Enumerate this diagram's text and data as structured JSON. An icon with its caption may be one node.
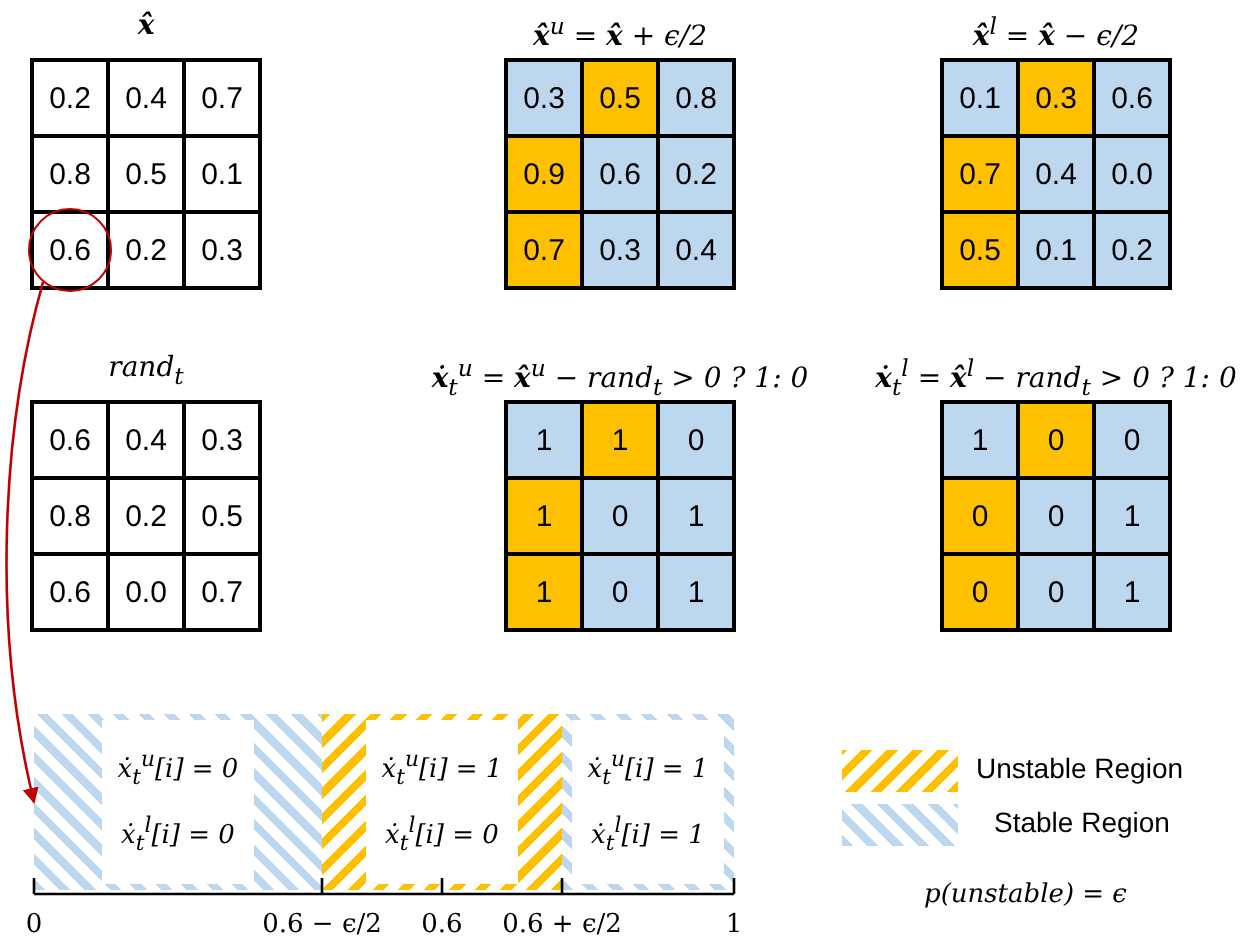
{
  "diagram": {
    "nodes": [
      {
        "text": [
          "x̂",
          "0.2",
          "0.4",
          "0.7",
          "0.8",
          "0.5",
          "0.1",
          "0.2",
          "0.3"
        ]
      },
      {
        "text": [
          "**x̂**$^{u}$ = **x̂** + ϵ/2",
          "0.3",
          "0.5",
          "0.8",
          "0.9",
          "0.6",
          "0.2",
          "0.7",
          "0.3",
          "0.4"
        ]
      },
      {
        "text": [
          "**x̂**$^{l}$ = **x̂** − ϵ/2",
          "0.1",
          "0.3",
          "0.6",
          "0.7",
          "0.4",
          "0.0",
          "0.5",
          "0.1",
          "0.2"
        ]
      },
      {
        "text": [
          "0.6"
        ],
        "in": 0
      },
      {
        "text": [
          "rand$_{t}$",
          "0.6",
          "0.4",
          "0.3",
          "0.8",
          "0.2",
          "0.5",
          "0.6",
          "0.0",
          "0.7"
        ]
      },
      {
        "text": [
          "**ẋ**$_{t}$$^{u}$ = **x̂**$^{u}$ − rand$_{t}$ > 0 ? 1: 0",
          "1",
          "1",
          "0",
          "1",
          "0",
          "1",
          "1",
          "0",
          "1"
        ]
      },
      {
        "text": [
          "**ẋ**$_{t}$$^{l}$ = **x̂**$^{l}$ − rand$_{t}$ > 0 ? 1: 0",
          "1",
          "0",
          "0",
          "0",
          "0",
          "1",
          "0",
          "0",
          "1"
        ]
      },
      {
        "text": [
          "ẋ$_{t}$$^{u}$[i] = 0",
          "ẋ$_{t}$$^{l}$[i] = 0"
        ]
      },
      {
        "text": [
          "ẋ$_{t}$$^{u}$[i] = 1",
          "ẋ$_{t}$$^{l}$[i] = 0"
        ]
      },
      {
        "text": [
          "ẋ$_{t}$$^{u}$[i] = 1",
          "ẋ$_{t}$$^{l}$[i] = 1"
        ]
      }
    ],
    "edges": [
      {
        "from": 3,
        "to": 7,
        "arrow": "to"
      }
    ],
    "labels": [
      "0",
      "0.6 − ϵ/2",
      "0.6",
      "0.6 + ϵ/2",
      "1",
      "p(unstable) = ϵ"
    ],
    "legend": [
      {
        "text": "Unstable Region"
      },
      {
        "text": "Stable Region"
      }
    ]
  }
}
